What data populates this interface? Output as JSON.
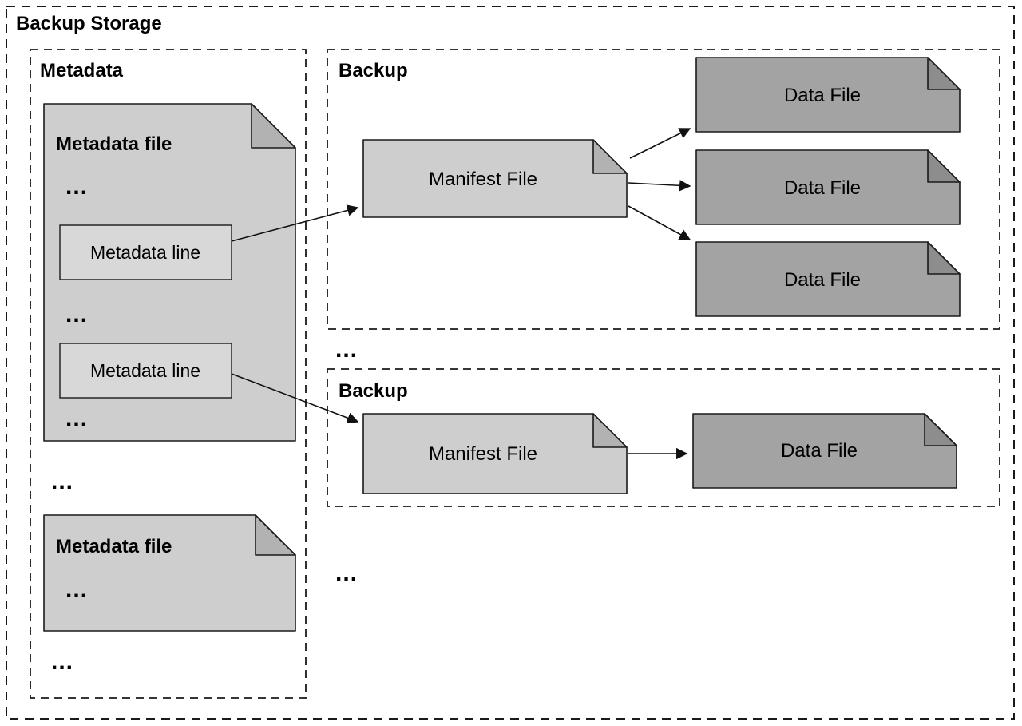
{
  "diagram": {
    "title": "Backup Storage",
    "ellipsis": "...",
    "colors": {
      "file_light": "#cecece",
      "file_light_fold": "#b2b2b2",
      "file_dark": "#a3a3a3",
      "file_dark_fold": "#8d8d8d",
      "line_box": "#d8d8d8"
    },
    "metadata_group": {
      "label": "Metadata",
      "file1": {
        "title": "Metadata file",
        "lines": [
          "Metadata line",
          "Metadata line"
        ]
      },
      "file2": {
        "title": "Metadata file"
      }
    },
    "backup1": {
      "label": "Backup",
      "manifest": "Manifest File",
      "data_files": [
        "Data File",
        "Data File",
        "Data File"
      ]
    },
    "backup2": {
      "label": "Backup",
      "manifest": "Manifest File",
      "data_files": [
        "Data File"
      ]
    }
  }
}
